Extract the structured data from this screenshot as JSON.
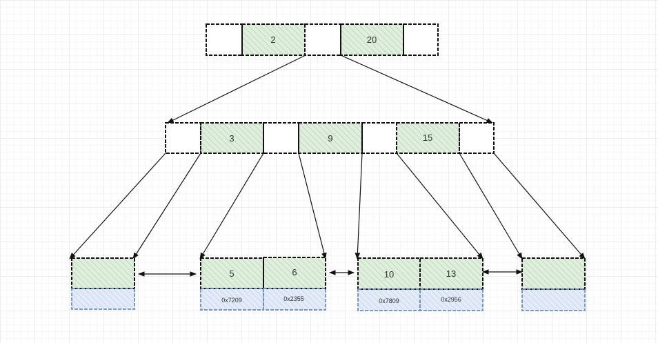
{
  "root": {
    "keys": [
      "2",
      "20"
    ]
  },
  "internal": {
    "keys": [
      "3",
      "9",
      "15"
    ]
  },
  "leaves": {
    "leaf1": {
      "keys": [
        ""
      ],
      "pointers": [
        ""
      ]
    },
    "leaf2": {
      "keys": [
        "5",
        "6"
      ],
      "pointers": [
        "0x7209",
        "0x2355"
      ]
    },
    "leaf3": {
      "keys": [
        "10",
        "13"
      ],
      "pointers": [
        "0x7809",
        "0x2956"
      ]
    },
    "leaf4": {
      "keys": [
        ""
      ],
      "pointers": [
        ""
      ]
    }
  },
  "colors": {
    "key_fill": "#d5e8d4",
    "pointer_fill": "#dae8fc",
    "pointer_border": "#6c8ebf",
    "outline": "#111111"
  }
}
